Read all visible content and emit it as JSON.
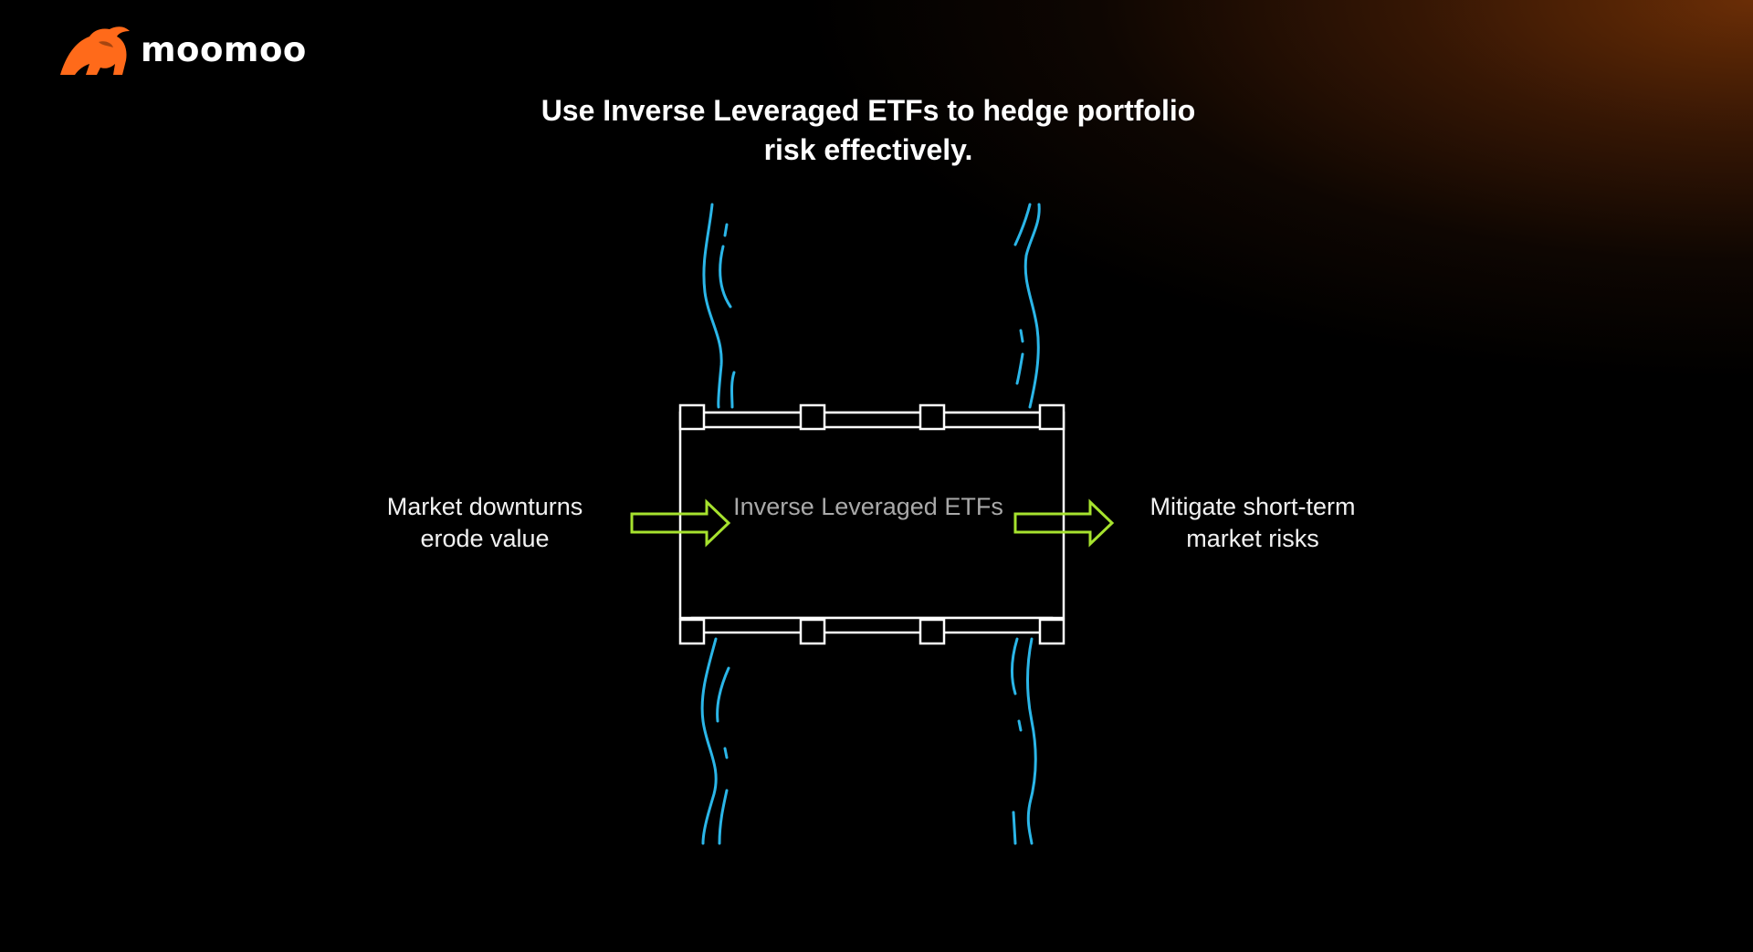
{
  "brand": {
    "name": "moomoo",
    "accent_color": "#ff6a1a",
    "icon": "bull-head-icon"
  },
  "title": "Use Inverse Leveraged ETFs to hedge portfolio risk effectively.",
  "diagram": {
    "input_label": "Market downturns erode value",
    "center_label": "Inverse Leveraged ETFs",
    "output_label": "Mitigate short-term market risks",
    "colors": {
      "box_stroke": "#ffffff",
      "arrow_stroke": "#a6e22e",
      "stream_stroke": "#2bb6e8"
    },
    "icons": [
      "arrow-right-icon",
      "pipe-box",
      "water-stream"
    ]
  }
}
